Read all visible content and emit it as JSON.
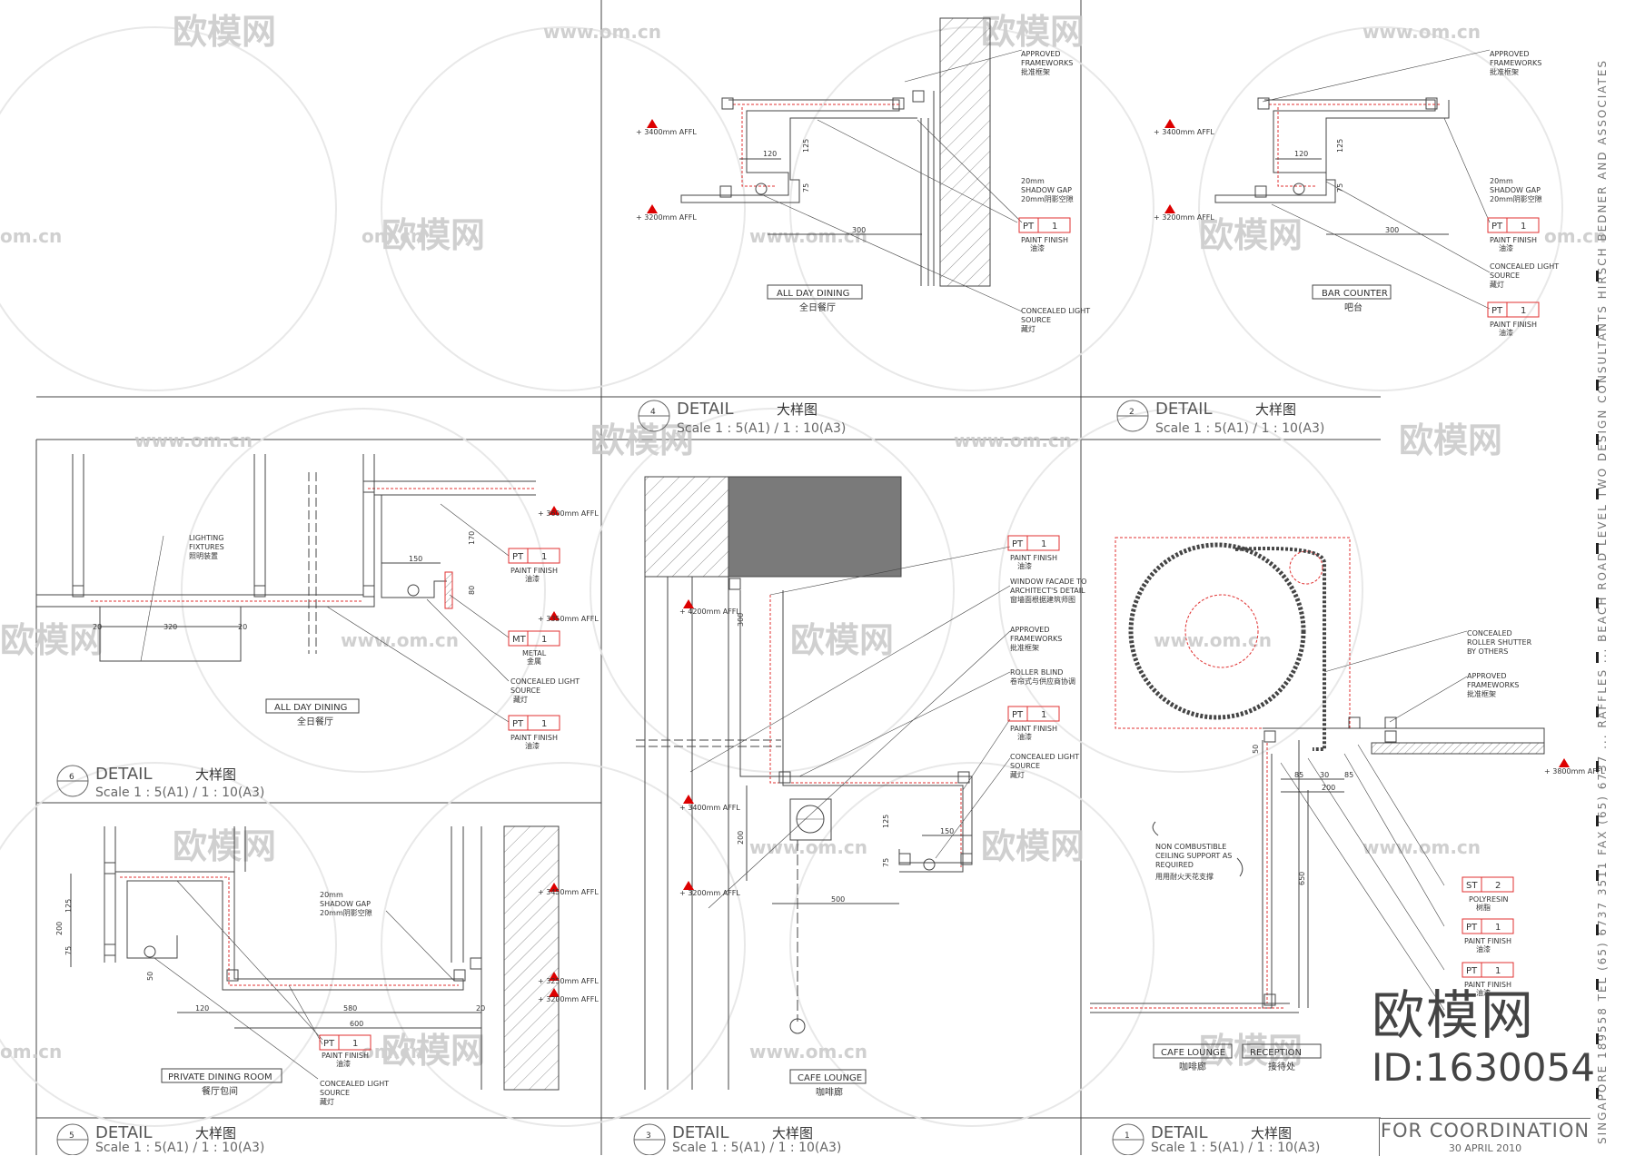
{
  "watermark": {
    "brand_cn": "欧模网",
    "url": "www.om.cn",
    "url_short": "om.cn"
  },
  "brand": {
    "cn": "欧模网",
    "id": "ID:1630054"
  },
  "stamp": {
    "status": "FOR COORDINATION",
    "date": "30 APRIL 2010"
  },
  "side_text": "SINGAPORE 189558  TEL (65) 6737 3511  FAX (65) 6737 ...  RAFFLES ... BEACH ROAD LEVEL TWO  DESIGN CONSULTANTS  HIRSCH BEDNER AND ASSOCIATES",
  "common": {
    "pt": "PT",
    "one": "1",
    "two": "2",
    "mt": "MT",
    "st": "ST",
    "paint_finish": "PAINT FINISH",
    "paint_cn": "油漆",
    "approved": "APPROVED",
    "frameworks": "FRAMEWORKS",
    "framework_cn": "批准框架",
    "shadow_20": "20mm",
    "shadow_gap": "SHADOW GAP",
    "shadow_cn": "20mm阴影空隙",
    "concealed": "CONCEALED LIGHT",
    "source": "SOURCE",
    "concealed_cn": "藏灯",
    "metal": "METAL",
    "metal_cn": "金属",
    "detail": "DETAIL",
    "detail_cn": "大样图",
    "scale": "Scale 1 : 5(A1) / 1 : 10(A3)"
  },
  "details": {
    "d4": {
      "num": "4",
      "room": "ALL DAY DINING",
      "room_cn": "全日餐厅",
      "lvl1": "+ 3400mm AFFL",
      "lvl2": "+ 3200mm AFFL",
      "dims": [
        "120",
        "125",
        "75",
        "300"
      ]
    },
    "d2": {
      "num": "2",
      "room": "BAR COUNTER",
      "room_cn": "吧台",
      "lvl1": "+ 3400mm AFFL",
      "lvl2": "+ 3200mm AFFL",
      "dims": [
        "120",
        "125",
        "75",
        "300"
      ]
    },
    "d6": {
      "num": "6",
      "room": "ALL DAY DINING",
      "room_cn": "全日餐厅",
      "lighting": "LIGHTING",
      "fixtures": "FIXTURES",
      "lighting_cn": "照明装置",
      "lvl1": "+ 3600mm AFFL",
      "lvl2": "+ 3350mm AFFL",
      "dims": [
        "20",
        "320",
        "20",
        "150",
        "170",
        "80"
      ]
    },
    "d3": {
      "num": "3",
      "room": "CAFE LOUNGE",
      "room_cn": "咖啡廊",
      "lvl1": "+ 4200mm AFFL",
      "lvl2": "+ 3400mm AFFL",
      "lvl3": "+ 3200mm AFFL",
      "window1": "WINDOW FACADE TO",
      "window2": "ARCHITECT'S DETAIL",
      "window_cn": "窗墙面根据建筑师图",
      "blind": "ROLLER BLIND",
      "blind_cn": "卷帘式与供应商协调",
      "dims": [
        "300",
        "200",
        "150",
        "125",
        "75",
        "500"
      ]
    },
    "d5": {
      "num": "5",
      "room": "PRIVATE DINING ROOM",
      "room_cn": "餐厅包间",
      "lvl1": "+ 3450mm AFFL",
      "lvl2": "+ 3250mm AFFL",
      "lvl3": "+ 3200mm AFFL",
      "dims": [
        "125",
        "75",
        "200",
        "50",
        "120",
        "580",
        "600",
        "20"
      ]
    },
    "d1": {
      "num": "1",
      "room": "CAFE LOUNGE",
      "room_cn": "咖啡廊",
      "room2": "RECEPTION",
      "room2_cn": "接待处",
      "shutter1": "CONCEALED",
      "shutter2": "ROLLER SHUTTER",
      "shutter3": "BY OTHERS",
      "framework_cn2": "批准框架",
      "polyresin": "POLYRESIN",
      "polyresin_cn": "树脂",
      "support1": "NON COMBUSTIBLE",
      "support2": "CEILING SUPPORT AS",
      "support3": "REQUIRED",
      "support_cn": "用用耐火天花支撑",
      "lvl1": "+ 3800mm AFFL",
      "dims": [
        "50",
        "85",
        "30",
        "85",
        "200",
        "650"
      ]
    }
  }
}
